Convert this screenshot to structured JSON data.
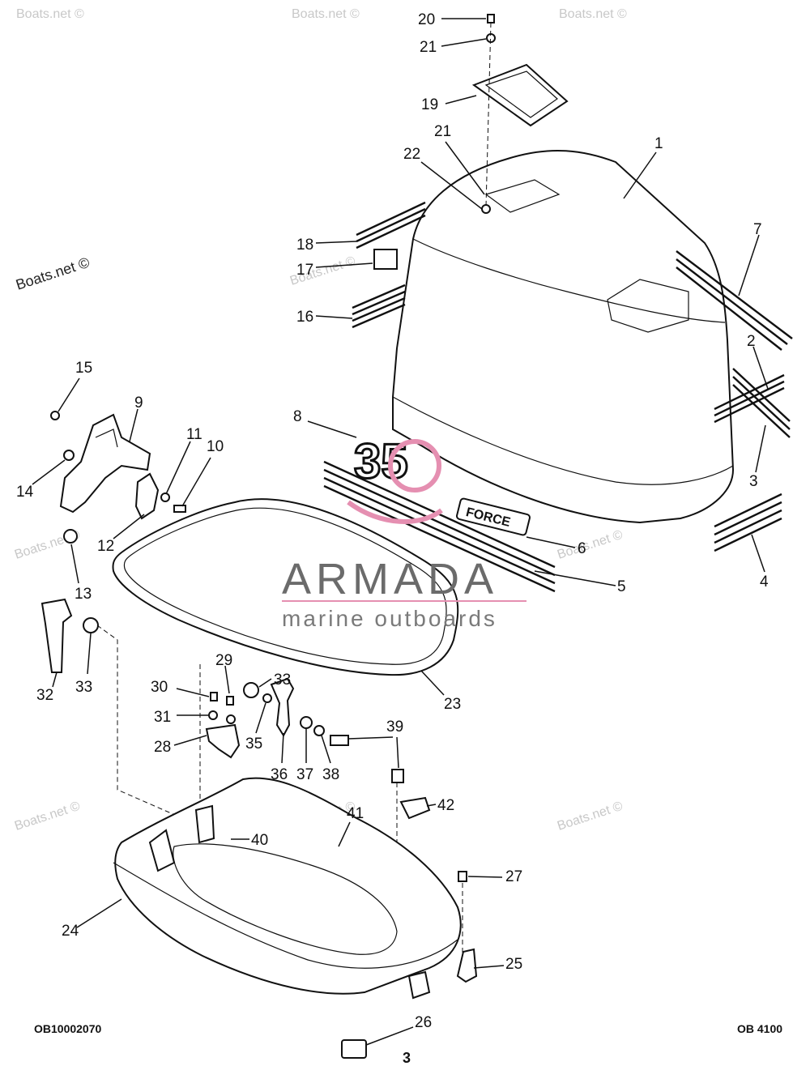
{
  "diagram": {
    "part_numbers": [
      "1",
      "2",
      "3",
      "4",
      "5",
      "6",
      "7",
      "8",
      "9",
      "10",
      "11",
      "12",
      "13",
      "14",
      "15",
      "16",
      "17",
      "18",
      "19",
      "20",
      "21",
      "21",
      "22",
      "23",
      "24",
      "25",
      "26",
      "27",
      "28",
      "29",
      "30",
      "31",
      "32",
      "33",
      "33",
      "35",
      "36",
      "37",
      "38",
      "39",
      "40",
      "41",
      "42"
    ],
    "drawing_code_left": "OB10002070",
    "drawing_code_right": "OB 4100",
    "page_number": "3",
    "decal_text_force": "FORCE",
    "decal_text_hp": "35"
  },
  "watermarks": {
    "site": "Boats.net ©",
    "brand": "ARMADA",
    "brand_sub": "marine outboards"
  },
  "colors": {
    "ink": "#111111",
    "watermark_gray": "#c8c8c8",
    "brand_gray": "#6b6b6b",
    "brand_pink": "#e58fb1"
  }
}
